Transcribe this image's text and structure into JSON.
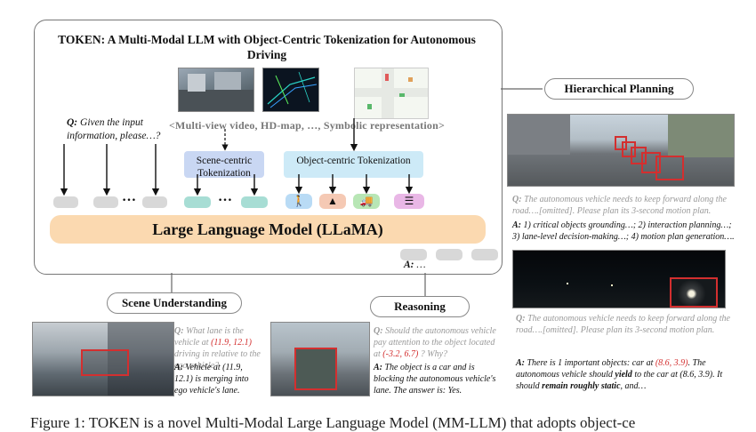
{
  "title": "TOKEN: A Multi-Modal LLM with Object-Centric Tokenization for Autonomous Driving",
  "input_question_prefix": "Q:",
  "input_question": "Given the input information, please…?",
  "modalities": "<Multi-view video, HD-map, …,  Symbolic representation>",
  "scene_tokenizer": "Scene-centric Tokenization",
  "object_tokenizer": "Object-centric Tokenization",
  "ellipsis": "…",
  "llm": "Large Language Model (LLaMA)",
  "answer_prefix": "A:",
  "answer_ellipsis": "…",
  "tags": {
    "planning": "Hierarchical Planning",
    "scene": "Scene Understanding",
    "reasoning": "Reasoning"
  },
  "planning": {
    "q1": "The autonomous vehicle needs to keep forward along the road….[omitted]. Please plan its 3-second motion plan.",
    "a1": "1) critical objects grounding…;  2) interaction planning…; 3) lane-level decision-making…; 4) motion plan generation….",
    "q2": "The autonomous vehicle needs to keep forward along the road….[omitted]. Please plan its 3-second motion plan.",
    "a2_1": "There is 1 important objects: car at ",
    "a2_coord": "(8.6, 3.9)",
    "a2_2": ". The autonomous vehicle should ",
    "a2_yield": "yield",
    "a2_3": " to the car at (8.6, 3.9). It should ",
    "a2_static": "remain roughly static",
    "a2_4": ", and…"
  },
  "scene": {
    "q_1": "What lane is the vehicle at ",
    "q_coord": "(11.9, 12.1)",
    "q_2": " driving in relative to the ego vehicle?",
    "a": "Vehicle at (11.9, 12.1) is merging into ego vehicle's lane."
  },
  "reasoning": {
    "q_1": "Should the autonomous vehicle pay attention to the object located at ",
    "q_coord": "(-3.2, 6.7)",
    "q_2": " ? Why?",
    "a": "The object is a car and is blocking the autonomous vehicle's lane. The answer is: Yes."
  },
  "caption": "Figure 1: TOKEN is a novel Multi-Modal Large Language Model (MM-LLM) that adopts object-ce",
  "colors": {
    "llm": "#fbd9b0",
    "scene_tok": "#c9d7f3",
    "object_tok": "#cdeaf7",
    "highlight": "#d32f2f"
  }
}
